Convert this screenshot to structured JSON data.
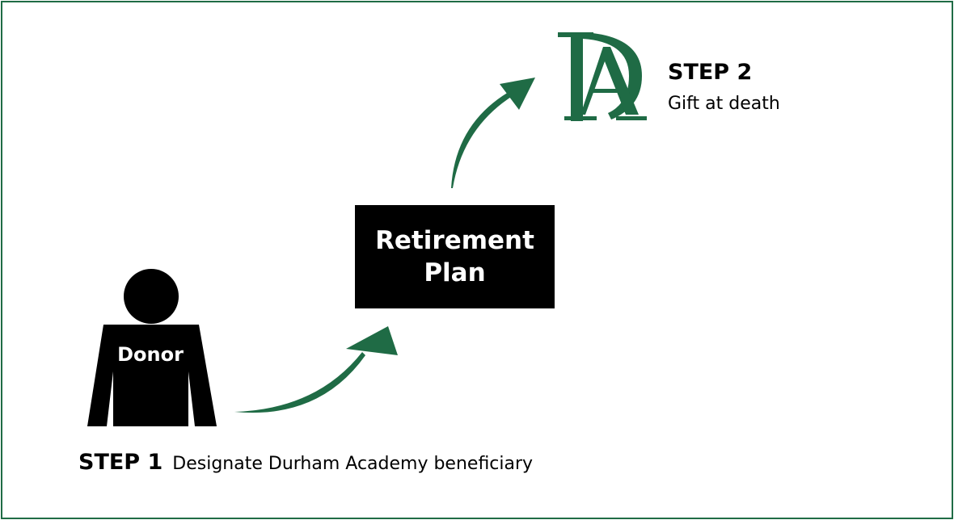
{
  "colors": {
    "accent": "#1f6b45",
    "box": "#000000",
    "text": "#000000"
  },
  "donor": {
    "label": "Donor"
  },
  "plan": {
    "line1": "Retirement",
    "line2": "Plan"
  },
  "logo": {
    "monogram": "DA",
    "icon": "durham-academy-logo"
  },
  "step1": {
    "title": "STEP 1",
    "description": "Designate Durham Academy beneficiary"
  },
  "step2": {
    "title": "STEP 2",
    "description": "Gift at death"
  }
}
